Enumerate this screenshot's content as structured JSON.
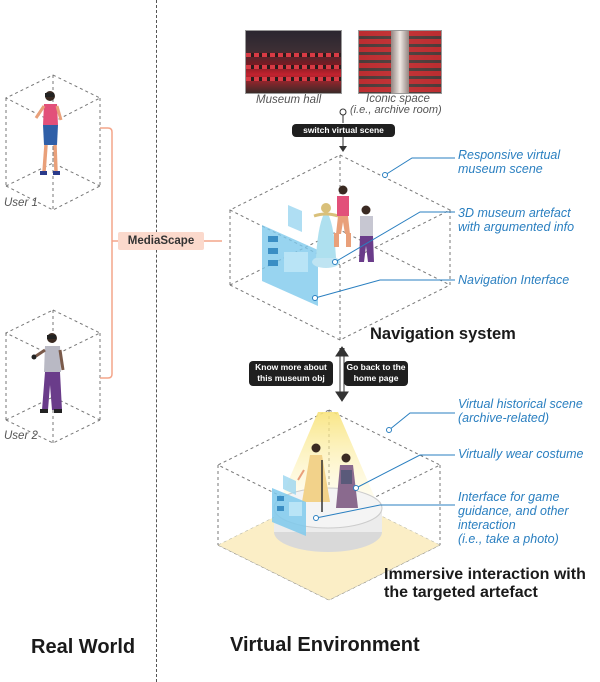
{
  "images": {
    "museum_hall_caption": "Museum hall",
    "iconic_space_caption_1": "Iconic space",
    "iconic_space_caption_2": "(i.e., archive room)"
  },
  "labels": {
    "switch_scene": "switch virtual scene",
    "mediascape": "MediaScape",
    "user1": "User 1",
    "user2": "User 2",
    "know_more_1": "Know more about",
    "know_more_2": "this museum obj",
    "go_back_1": "Go back to the",
    "go_back_2": "home page",
    "navigation_system": "Navigation system",
    "immersive_1": "Immersive interaction with",
    "immersive_2": "the targeted artefact",
    "real_world": "Real World",
    "virtual_env": "Virtual Environment"
  },
  "annotations": {
    "responsive_1": "Responsive virtual",
    "responsive_2": "museum scene",
    "artefact_1": "3D museum artefact",
    "artefact_2": "with argumented info",
    "nav_interface": "Navigation Interface",
    "historical_1": "Virtual historical scene",
    "historical_2": "(archive-related)",
    "costume": "Virtually wear costume",
    "game_1": "Interface for game",
    "game_2": "guidance, and other",
    "game_3": "interaction",
    "game_4": "(i.e., take a photo)"
  },
  "colors": {
    "mediascape_bg": "#fbd9cc",
    "connector": "#f4a58a",
    "annotation_blue": "#2a7fc0",
    "screen_blue": "#7ec9ec",
    "floor_yellow": "#fbeec6"
  }
}
